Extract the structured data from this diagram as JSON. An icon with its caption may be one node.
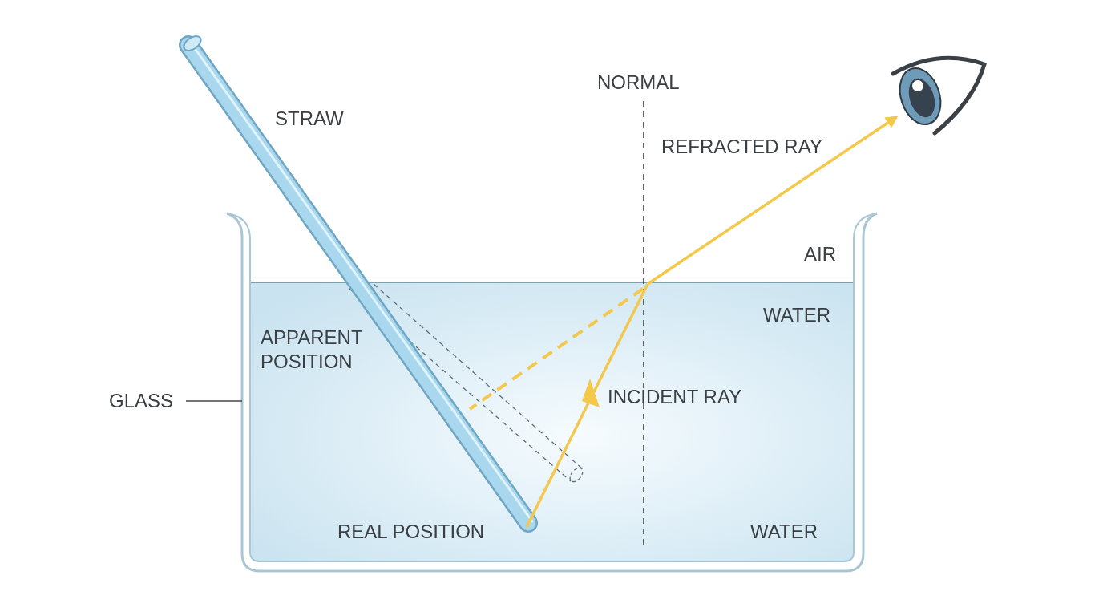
{
  "diagram": {
    "nodes": [
      {
        "text": [
          "GLASS"
        ]
      },
      {
        "text": [],
        "shape": "box"
      },
      {
        "text": [],
        "shape": "picture"
      }
    ],
    "edges": [
      {
        "from": 0,
        "to": 1,
        "arrow": "none"
      },
      {
        "from": 1,
        "to": 2,
        "arrow": "to",
        "color": "#f4c84a"
      }
    ],
    "labels": [
      "NORMAL",
      "STRAW",
      "REFRACTED RAY",
      "AIR",
      "WATER",
      "APPARENT POSITION",
      "INCIDENT RAY",
      "REAL POSITION",
      "WATER"
    ]
  }
}
